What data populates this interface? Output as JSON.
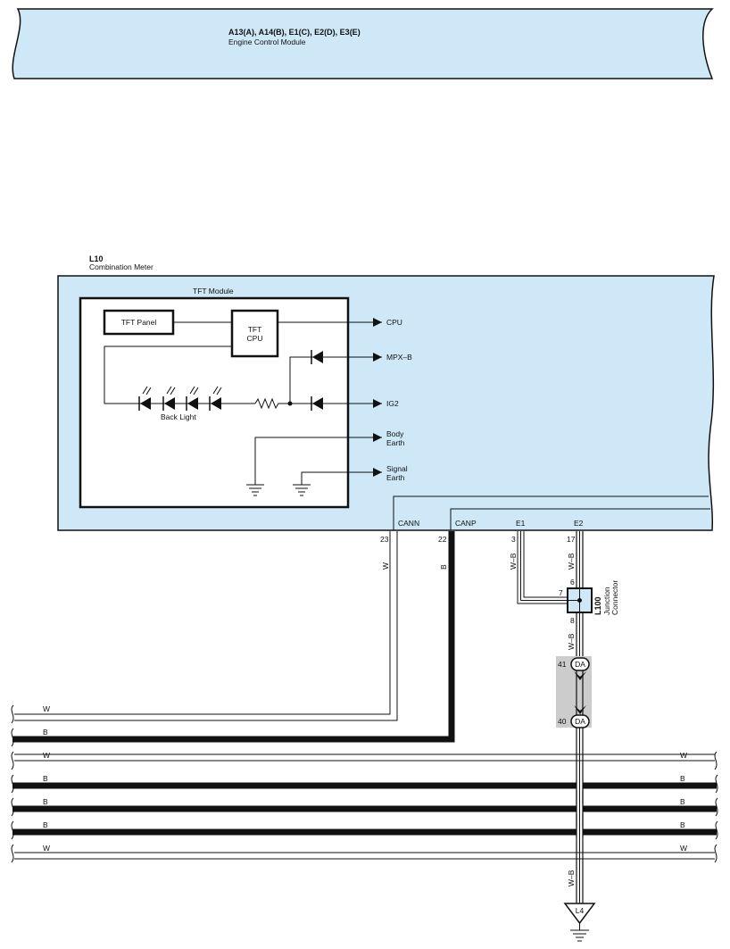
{
  "ecm": {
    "connectors": "A13(A), A14(B), E1(C), E2(D), E3(E)",
    "name": "Engine Control Module"
  },
  "meter": {
    "code": "L10",
    "name": "Combination Meter",
    "tft_module": "TFT Module",
    "tft_panel": "TFT Panel",
    "tft_cpu_1": "TFT",
    "tft_cpu_2": "CPU",
    "back_light": "Back Light",
    "outputs": {
      "cpu": "CPU",
      "mpxb": "MPX–B",
      "ig2": "IG2",
      "body_1": "Body",
      "body_2": "Earth",
      "signal_1": "Signal",
      "signal_2": "Earth"
    },
    "terminals": {
      "cann": "CANN",
      "canp": "CANP",
      "e1": "E1",
      "e2": "E2"
    },
    "pins": {
      "cann": "23",
      "canp": "22",
      "e1": "3",
      "e2": "17"
    }
  },
  "wires": {
    "cann_color": "W",
    "canp_color": "B",
    "e1_color": "W–B",
    "e2_color": "W–B",
    "junction_out_color": "W–B",
    "ground_color": "W–B"
  },
  "junction": {
    "code": "L100",
    "name_1": "Junction",
    "name_2": "Connector",
    "pin_top": "6",
    "pin_left": "7",
    "pin_bottom": "8"
  },
  "connector_da": {
    "label": "DA",
    "pin_top": "41",
    "pin_bottom": "40"
  },
  "ground": {
    "code": "L4"
  },
  "bus": {
    "rows": [
      {
        "left": "W",
        "right": ""
      },
      {
        "left": "B",
        "right": ""
      },
      {
        "left": "W",
        "right": "W"
      },
      {
        "left": "B",
        "right": "B"
      },
      {
        "left": "B",
        "right": "B"
      },
      {
        "left": "B",
        "right": "B"
      },
      {
        "left": "W",
        "right": "W"
      }
    ]
  },
  "colors": {
    "module_fill": "#cfe8f8",
    "grey_box": "#cccccc",
    "line": "#111111"
  }
}
